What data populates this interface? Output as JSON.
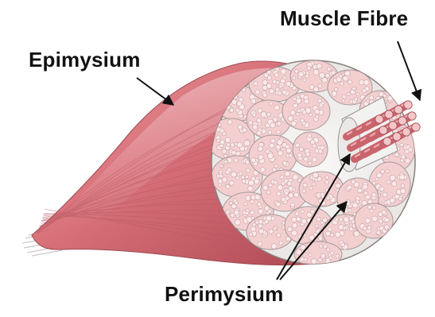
{
  "labels": {
    "muscle_fibre": "Muscle Fibre",
    "epimysium": "Epimysium",
    "perimysium": "Perimysium"
  },
  "colors": {
    "muscle_red": "#d9727a",
    "muscle_dark": "#b04b55",
    "muscle_light": "#eaa4a8",
    "fascicle_fill": "#f3cfd0",
    "connective_tissue": "#f4f4f2",
    "outline": "#7a6a6a",
    "label_text": "#111111"
  }
}
